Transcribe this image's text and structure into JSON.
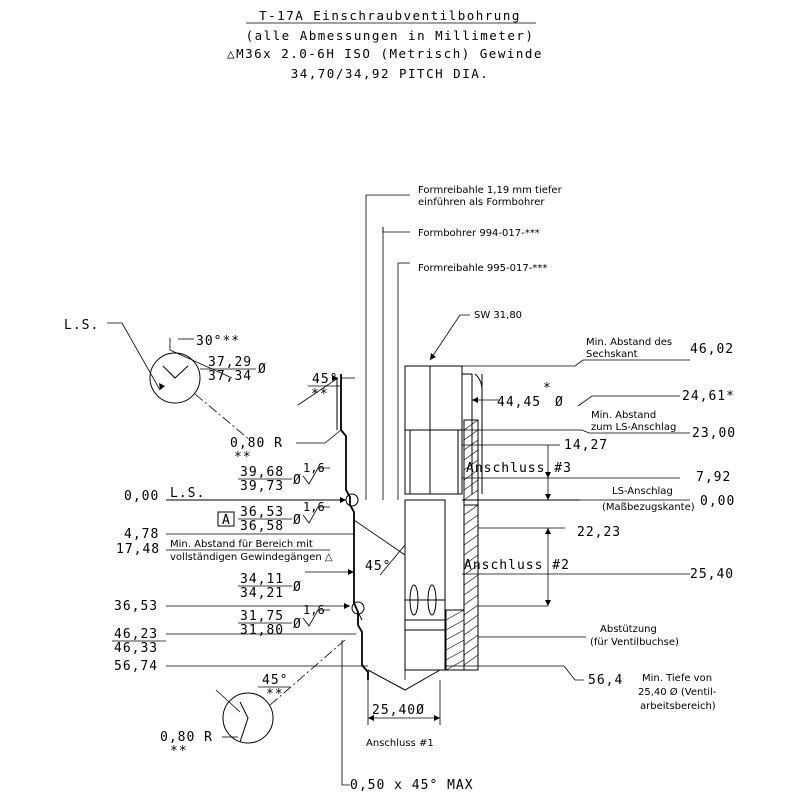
{
  "title": {
    "line1": "T-17A Einschraubventilbohrung",
    "line2": "(alle Abmessungen in Millimeter)",
    "line3": "△M36x 2.0-6H ISO (Metrisch) Gewinde",
    "line4": "34,70/34,92 PITCH DIA."
  },
  "tool_notes": {
    "ream_deeper_line1": "Formreibahle 1,19 mm tiefer",
    "ream_deeper_line2": "einführen als Formbohrer",
    "form_drill": "Formbohrer 994-017-***",
    "form_reamer": "Formreibahle 995-017-***",
    "wrench_size": "SW 31,80"
  },
  "left_dims": {
    "ls_label": "L.S.",
    "angle_30": "30°**",
    "d_37_29": "37,29",
    "d_37_34": "37,34",
    "diam_symbol": "Ø",
    "angle_45_top": "45°",
    "stars": "**",
    "radius_080": "0,80 R",
    "d_39_68": "39,68",
    "d_39_73": "39,73",
    "roughness": "1,6",
    "zero_ls_value": "0,00",
    "zero_ls_label": "L.S.",
    "datum_a": "A",
    "d_36_53": "36,53",
    "d_36_58": "36,58",
    "depth_4_78": "4,78",
    "depth_17_48": "17,48",
    "min_thread_line1": "Min. Abstand für Bereich mit",
    "min_thread_line2": "vollständigen Gewindegängen △",
    "angle_45_mid": "45°",
    "d_34_11": "34,11",
    "d_34_21": "34,21",
    "depth_36_53": "36,53",
    "d_31_75": "31,75",
    "d_31_80": "31,80",
    "depth_46_23": "46,23",
    "depth_46_33": "46,33",
    "depth_56_74": "56,74",
    "angle_45_bottom": "45°",
    "radius_080_bottom": "0,80 R",
    "chamfer": "0,50 x 45° MAX"
  },
  "right_dims": {
    "min_hex_line1": "Min. Abstand des",
    "min_hex_line2": "Sechskant",
    "v_46_02": "46,02",
    "v_44_45": "44,45",
    "diam_symbol": "Ø",
    "star": "*",
    "v_24_61": "24,61*",
    "min_ls_line1": "Min. Abstand",
    "min_ls_line2": "zum LS-Anschlag",
    "v_23_00": "23,00",
    "v_14_27": "14,27",
    "port3": "Anschluss #3",
    "v_7_92": "7,92",
    "ls_stop": "LS-Anschlag",
    "ref_edge": "(Maßbezugskante)",
    "v_0_00": "0,00",
    "v_22_23": "22,23",
    "port2": "Anschluss #2",
    "v_25_40": "25,40",
    "support_line1": "Abstützung",
    "support_line2": "(für Ventilbuchse)",
    "v_56_4": "56,4",
    "min_depth_line1": "Min. Tiefe von",
    "min_depth_line2": "25,40 Ø (Ventil-",
    "min_depth_line3": "arbeitsbereich)",
    "v_25_40_bottom": "25,40Ø",
    "port1": "Anschluss #1"
  }
}
